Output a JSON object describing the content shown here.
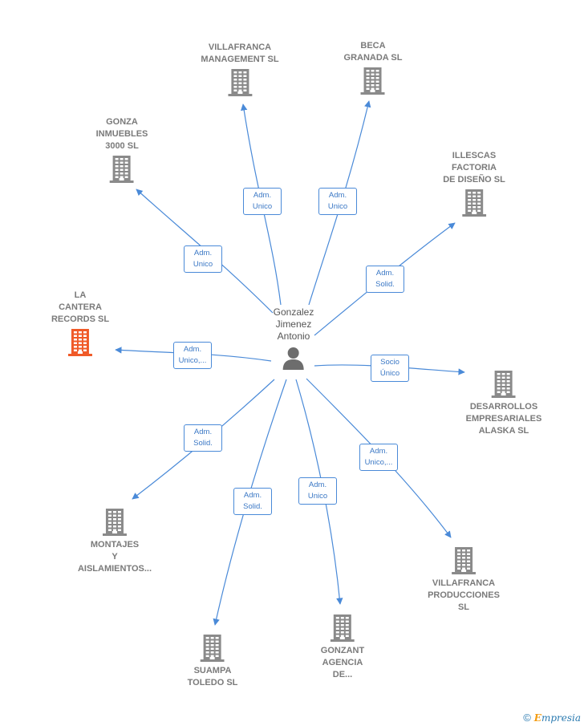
{
  "center": {
    "name": "Gonzalez\nJimenez\nAntonio"
  },
  "colors": {
    "edge": "#4a8ad8",
    "company": "#8a8a8a",
    "highlight": "#f05a28"
  },
  "companies": [
    {
      "id": "villafranca-management",
      "name": "VILLAFRANCA\nMANAGEMENT SL",
      "role": "Adm.\nUnico",
      "highlight": false
    },
    {
      "id": "beca-granada",
      "name": "BECA\nGRANADA SL",
      "role": "Adm.\nUnico",
      "highlight": false
    },
    {
      "id": "gonza-inmuebles",
      "name": "GONZA\nINMUEBLES\n3000 SL",
      "role": "Adm.\nUnico",
      "highlight": false
    },
    {
      "id": "illescas-factoria",
      "name": "ILLESCAS\nFACTORIA\nDE DISEÑO  SL",
      "role": "Adm.\nSolid.",
      "highlight": false
    },
    {
      "id": "la-cantera",
      "name": "LA\nCANTERA\nRECORDS  SL",
      "role": "Adm.\nUnico,...",
      "highlight": true
    },
    {
      "id": "desarrollos-alaska",
      "name": "DESARROLLOS\nEMPRESARIALES\nALASKA SL",
      "role": "Socio\nÚnico",
      "highlight": false
    },
    {
      "id": "montajes",
      "name": "MONTAJES\nY\nAISLAMIENTOS...",
      "role": "Adm.\nSolid.",
      "highlight": false
    },
    {
      "id": "villafranca-producciones",
      "name": "VILLAFRANCA\nPRODUCCIONES\nSL",
      "role": "Adm.\nUnico,...",
      "highlight": false
    },
    {
      "id": "suampa",
      "name": "SUAMPA\nTOLEDO SL",
      "role": "Adm.\nSolid.",
      "highlight": false
    },
    {
      "id": "gonzant",
      "name": "GONZANT\nAGENCIA\nDE...",
      "role": "Adm.\nUnico",
      "highlight": false
    }
  ],
  "footer": {
    "copyright": "©",
    "brand_e": "E",
    "brand_rest": "mpresia"
  }
}
